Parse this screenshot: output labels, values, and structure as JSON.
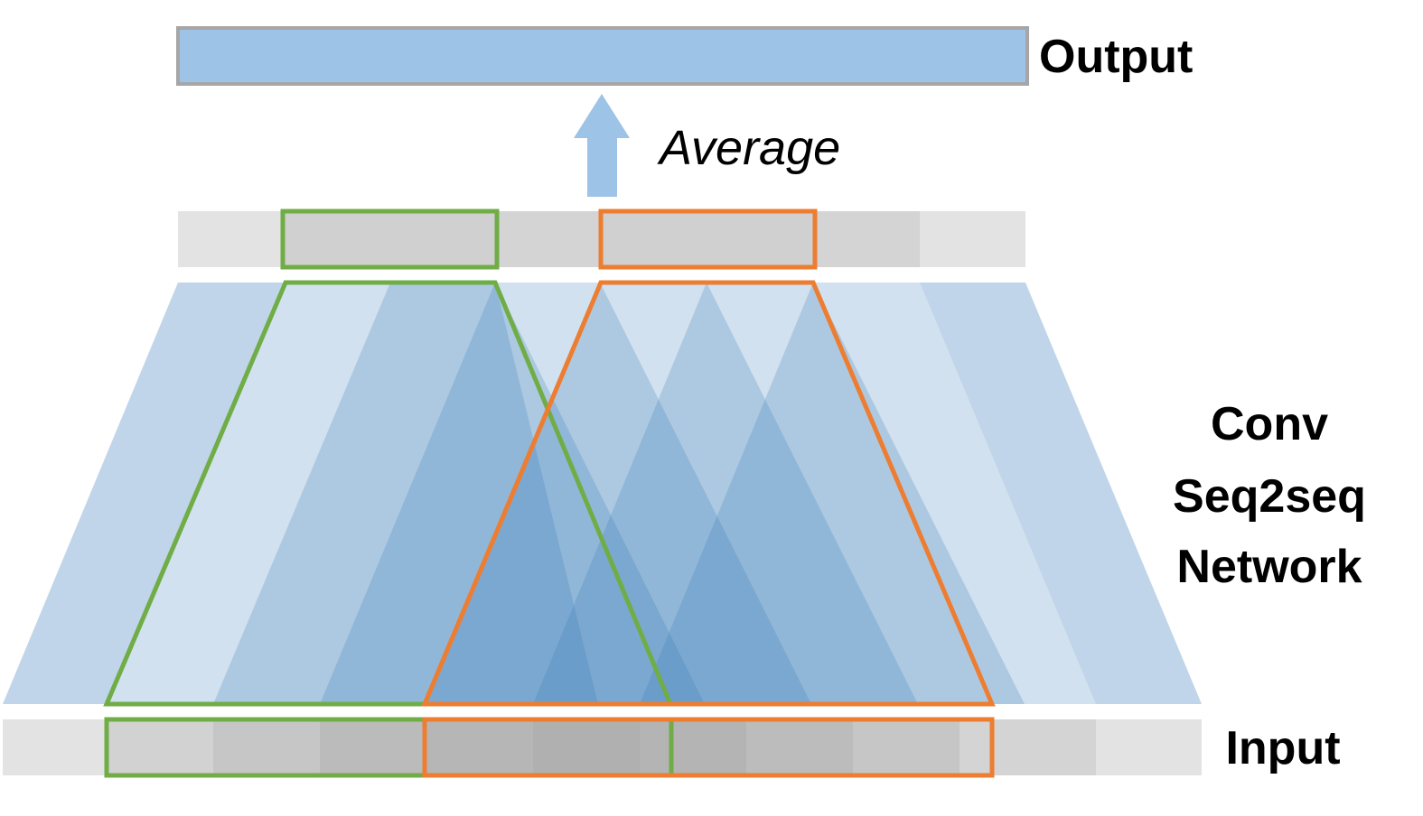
{
  "labels": {
    "output": "Output",
    "average": "Average",
    "network_line1": "Conv",
    "network_line2": "Seq2seq",
    "network_line3": "Network",
    "input": "Input"
  },
  "colors": {
    "output_bar": "#9dc3e6",
    "output_border": "#a6a6a6",
    "arrow": "#9dc3e6",
    "network_fill": "#2e75b6",
    "cell_light": "#e3e3e3",
    "cell_dark": "#d0d0d0",
    "window_left": "#70ad47",
    "window_right": "#ed7d31"
  },
  "icons": {
    "arrow": "up-arrow-icon"
  }
}
